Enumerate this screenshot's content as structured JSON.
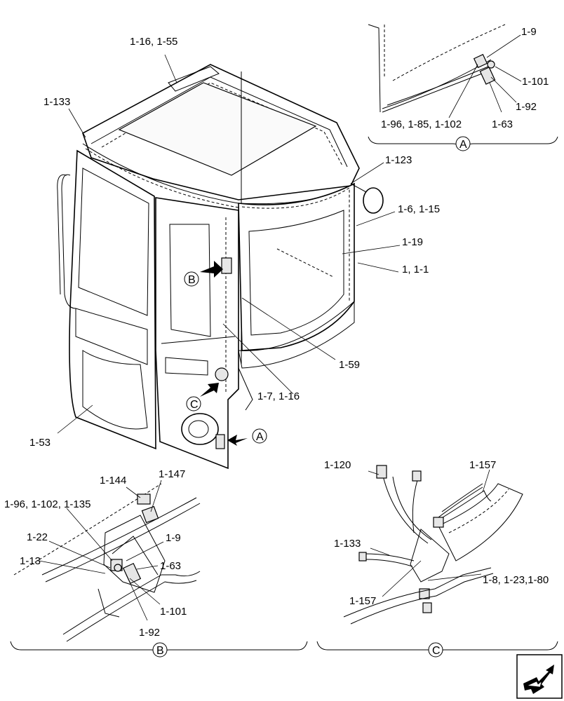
{
  "main_view": {
    "callouts": [
      "1-16, 1-55",
      "1-133",
      "1-123",
      "1-6, 1-15",
      "1-19",
      "1, 1-1",
      "1-59",
      "1-7, 1-16",
      "1-53"
    ],
    "view_markers": [
      "B",
      "C",
      "A"
    ]
  },
  "detail_a": {
    "label": "A",
    "callouts": [
      "1-9",
      "1-101",
      "1-92",
      "1-96, 1-85, 1-102",
      "1-63"
    ]
  },
  "detail_b": {
    "label": "B",
    "callouts": [
      "1-144",
      "1-147",
      "1-96, 1-102, 1-135",
      "1-22",
      "1-9",
      "1-13",
      "1-63",
      "1-101",
      "1-92"
    ]
  },
  "detail_c": {
    "label": "C",
    "callouts": [
      "1-120",
      "1-157",
      "1-133",
      "1-8, 1-23,1-80",
      "1-157"
    ]
  },
  "nav_icon": "next-page-arrow-icon"
}
